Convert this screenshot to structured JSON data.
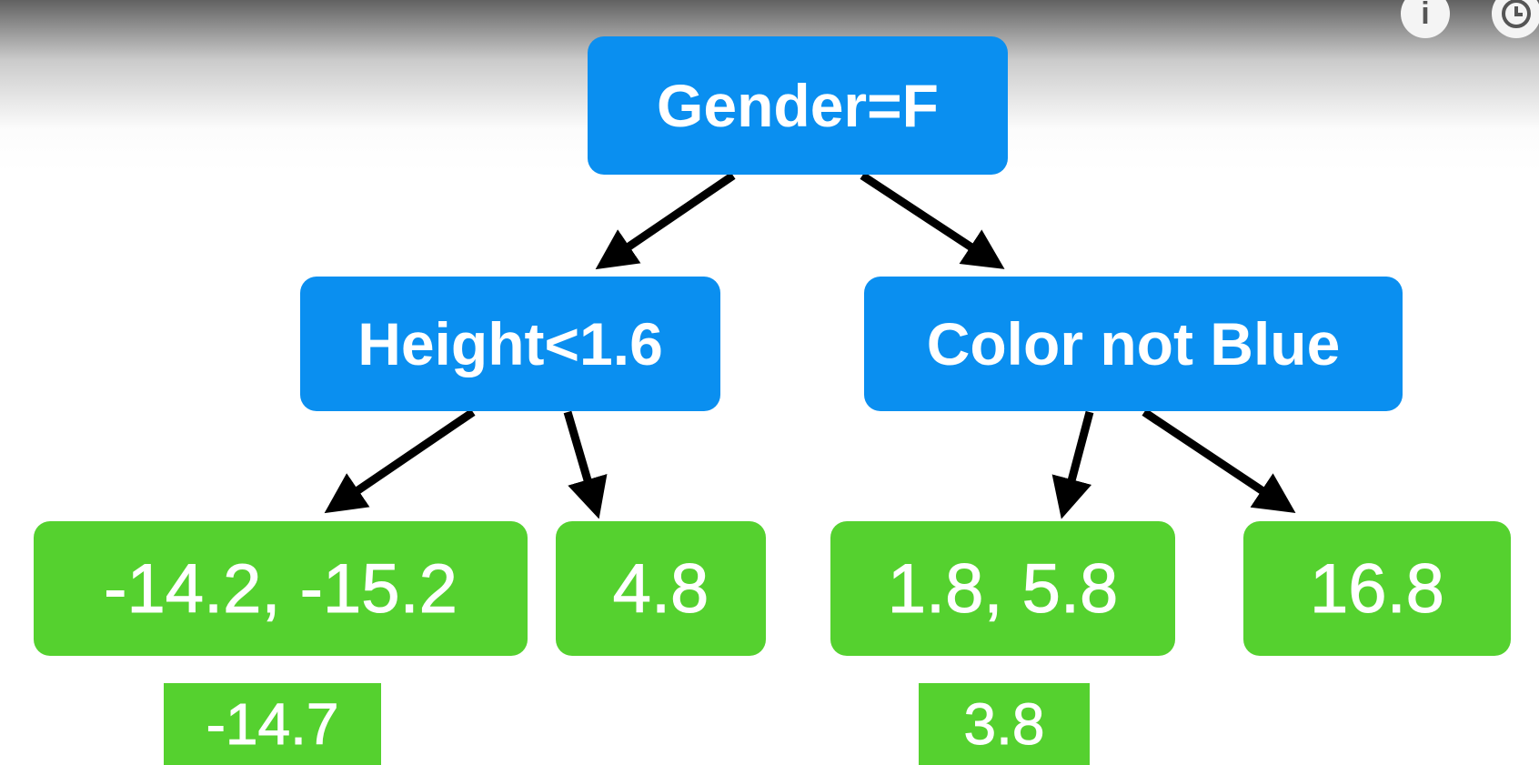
{
  "tree": {
    "root": {
      "label": "Gender=F"
    },
    "left": {
      "label": "Height<1.6"
    },
    "right": {
      "label": "Color not Blue"
    },
    "leaves": [
      {
        "label": "-14.2, -15.2"
      },
      {
        "label": "4.8"
      },
      {
        "label": "1.8, 5.8"
      },
      {
        "label": "16.8"
      }
    ],
    "averages": [
      {
        "label": "-14.7"
      },
      {
        "label": "3.8"
      }
    ]
  },
  "colors": {
    "split_node": "#0a8ff0",
    "leaf_node": "#55d12f",
    "edge": "#000000"
  },
  "overlay_icons": [
    "info-icon",
    "clock-icon"
  ]
}
